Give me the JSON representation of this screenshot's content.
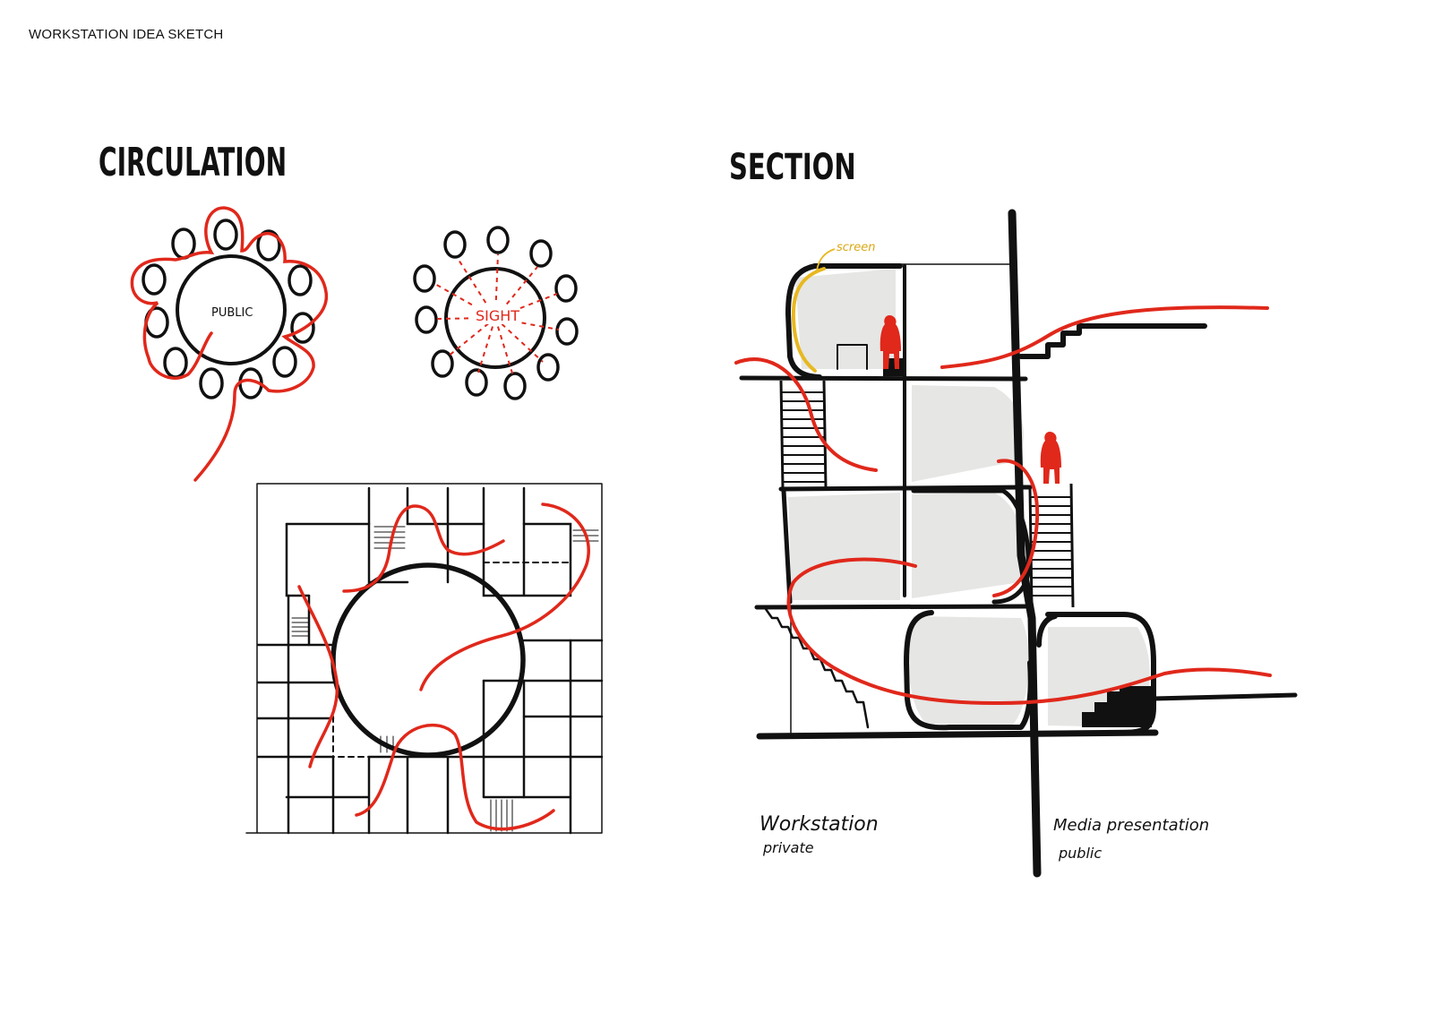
{
  "page": {
    "title": "WORKSTATION IDEA SKETCH"
  },
  "circulation": {
    "heading": "CIRCULATION",
    "left_diagram_label": "PUBLIC",
    "right_diagram_label": "SIGHT"
  },
  "section": {
    "heading": "SECTION",
    "screen_label": "screen",
    "left_caption": {
      "title": "Workstation",
      "subtitle": "private"
    },
    "right_caption": {
      "title": "Media presentation",
      "subtitle": "public"
    }
  },
  "colors": {
    "ink": "#111111",
    "circulation_red": "#e0281b",
    "screen_yellow": "#e8b820",
    "fill_grey": "#e6e6e4"
  }
}
